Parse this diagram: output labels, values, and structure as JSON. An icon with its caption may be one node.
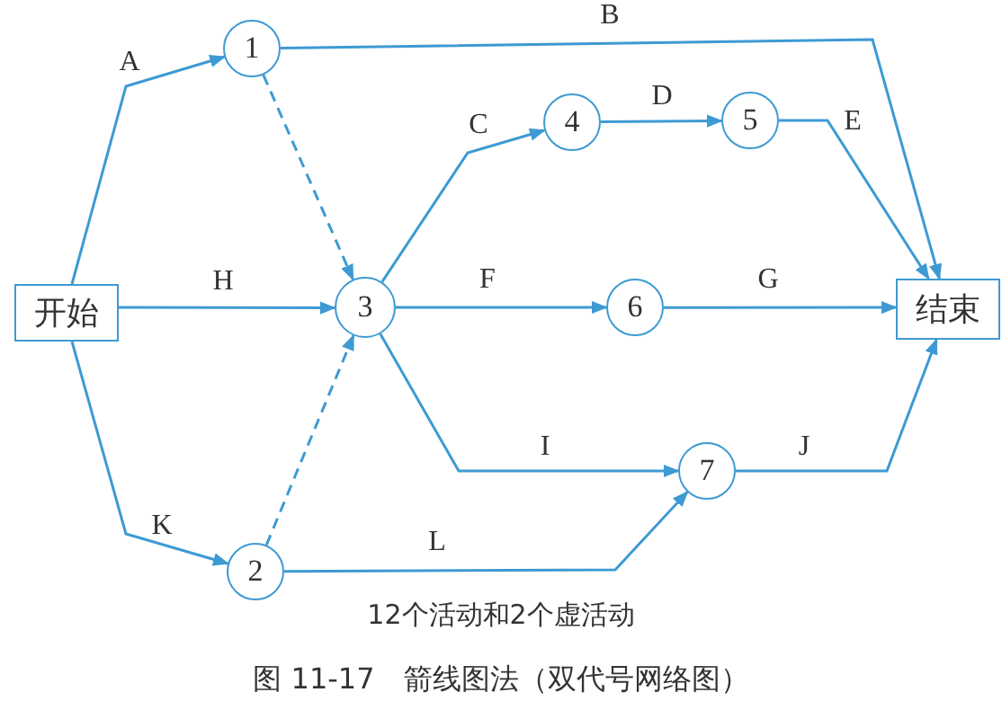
{
  "diagram": {
    "caption": "图 11-17　箭线图法（双代号网络图）",
    "nodes": [
      {
        "text": [
          "开始"
        ]
      },
      {
        "text": [
          "1"
        ]
      },
      {
        "text": [
          "2"
        ]
      },
      {
        "text": [
          "3"
        ]
      },
      {
        "text": [
          "4"
        ]
      },
      {
        "text": [
          "5"
        ]
      },
      {
        "text": [
          "6"
        ]
      },
      {
        "text": [
          "7"
        ]
      },
      {
        "text": [
          "结束"
        ]
      }
    ],
    "edges": [
      {
        "from": 0,
        "to": 1,
        "arrow": "to",
        "label": "A"
      },
      {
        "from": 1,
        "to": 8,
        "arrow": "to",
        "label": "B"
      },
      {
        "from": 1,
        "to": 3,
        "arrow": "to",
        "style": "dashed"
      },
      {
        "from": 3,
        "to": 4,
        "arrow": "to",
        "label": "C"
      },
      {
        "from": 4,
        "to": 5,
        "arrow": "to",
        "label": "D"
      },
      {
        "from": 5,
        "to": 8,
        "arrow": "to",
        "label": "E"
      },
      {
        "from": 0,
        "to": 3,
        "arrow": "to",
        "label": "H"
      },
      {
        "from": 3,
        "to": 6,
        "arrow": "to",
        "label": "F"
      },
      {
        "from": 6,
        "to": 8,
        "arrow": "to",
        "label": "G"
      },
      {
        "from": 3,
        "to": 7,
        "arrow": "to",
        "label": "I"
      },
      {
        "from": 7,
        "to": 8,
        "arrow": "to",
        "label": "J"
      },
      {
        "from": 0,
        "to": 2,
        "arrow": "to",
        "label": "K"
      },
      {
        "from": 2,
        "to": 7,
        "arrow": "to",
        "label": "L"
      },
      {
        "from": 2,
        "to": 3,
        "arrow": "to",
        "style": "dashed"
      }
    ],
    "labels": [
      "12个活动和2个虚活动"
    ]
  }
}
